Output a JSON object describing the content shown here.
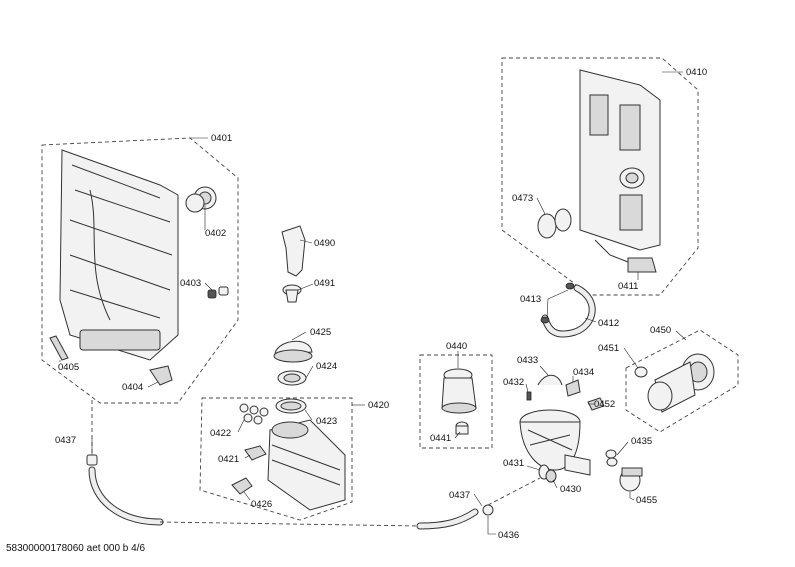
{
  "drawing_id": "58300000178060 aet 000 b 4/6",
  "labels": {
    "p0401": "0401",
    "p0402": "0402",
    "p0403": "0403",
    "p0404": "0404",
    "p0405": "0405",
    "p0410": "0410",
    "p0411": "0411",
    "p0412": "0412",
    "p0413": "0413",
    "p0420": "0420",
    "p0421": "0421",
    "p0422": "0422",
    "p0423": "0423",
    "p0424": "0424",
    "p0425": "0425",
    "p0426": "0426",
    "p0430": "0430",
    "p0431": "0431",
    "p0432": "0432",
    "p0433": "0433",
    "p0434": "0434",
    "p0435": "0435",
    "p0436": "0436",
    "p0437a": "0437",
    "p0437b": "0437",
    "p0440": "0440",
    "p0441": "0441",
    "p0450": "0450",
    "p0451": "0451",
    "p0452": "0452",
    "p0455": "0455",
    "p0473": "0473",
    "p0490": "0490",
    "p0491": "0491"
  }
}
